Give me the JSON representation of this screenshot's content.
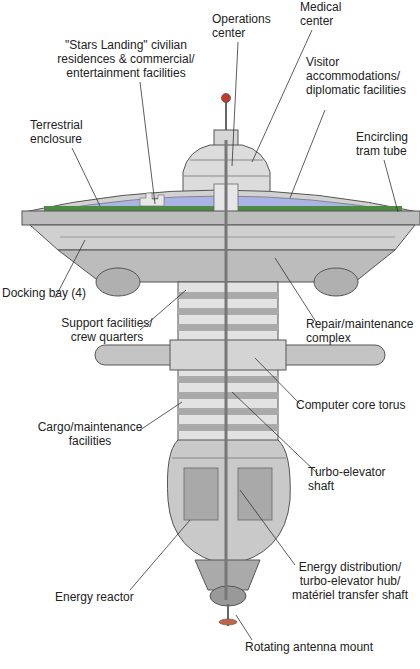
{
  "diagram": {
    "labels": [
      "Operations center",
      "Medical center",
      "\"Stars Landing\" civilian residences & commercial/ entertainment facilities",
      "Visitor accommodations/ diplomatic facilities",
      "Terrestrial enclosure",
      "Encircling tram tube",
      "Docking bay (4)",
      "Support facilities/ crew quarters",
      "Repair/maintenance complex",
      "Computer core torus",
      "Cargo/maintenance facilities",
      "Turbo-elevator shaft",
      "Energy distribution/ turbo-elevator hub/ matériel transfer shaft",
      "Energy reactor",
      "Rotating antenna mount"
    ]
  }
}
